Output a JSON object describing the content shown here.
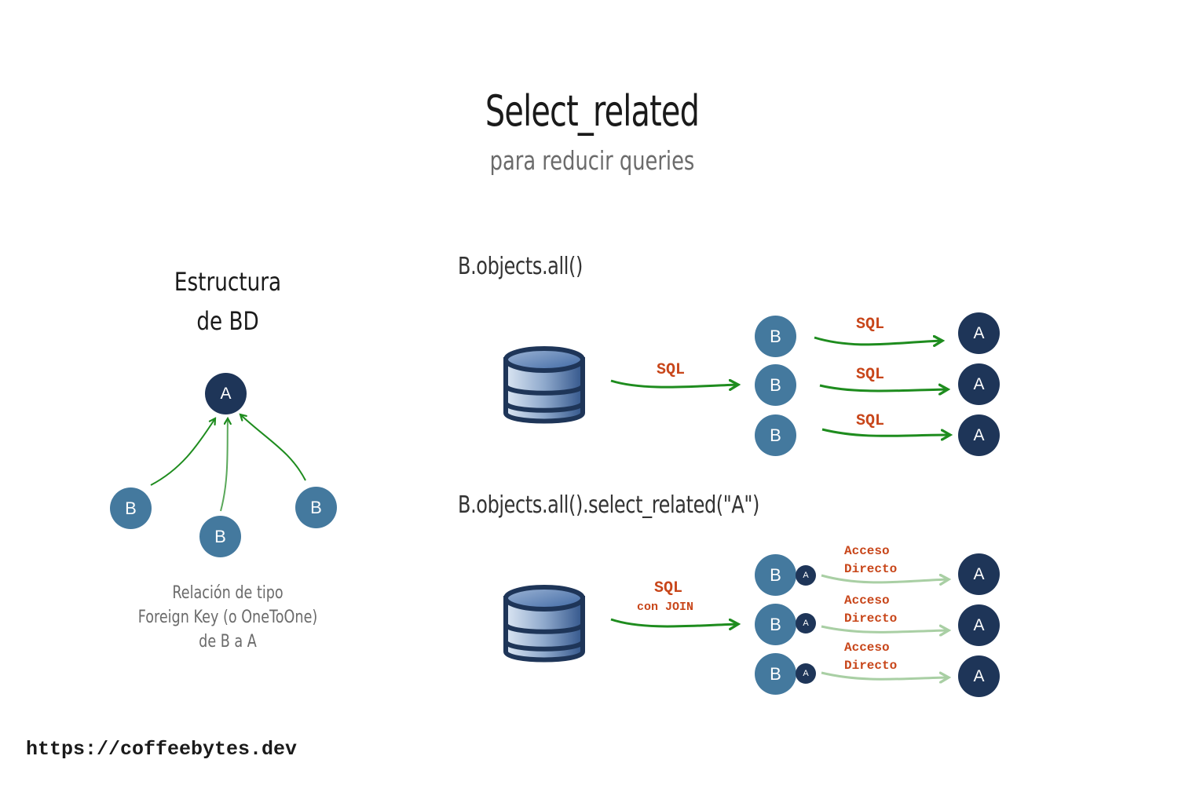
{
  "header": {
    "title": "Select_related",
    "subtitle": "para reducir queries"
  },
  "left_panel": {
    "heading_line1": "Estructura",
    "heading_line2": "de BD",
    "parent_node": "A",
    "child_nodes": [
      "B",
      "B",
      "B"
    ],
    "caption_line1": "Relación de tipo",
    "caption_line2": "Foreign Key (o OneToOne)",
    "caption_line3": "de B a A"
  },
  "scenario_without": {
    "code": "B.objects.all()",
    "db_to_b_label": "SQL",
    "rows": [
      {
        "from": "B",
        "to": "A",
        "label": "SQL"
      },
      {
        "from": "B",
        "to": "A",
        "label": "SQL"
      },
      {
        "from": "B",
        "to": "A",
        "label": "SQL"
      }
    ]
  },
  "scenario_with": {
    "code": "B.objects.all().select_related(\"A\")",
    "db_to_b_label": "SQL",
    "db_to_b_sublabel": "con JOIN",
    "rows": [
      {
        "from": "B",
        "attached": "A",
        "to": "A",
        "label_line1": "Acceso",
        "label_line2": "Directo"
      },
      {
        "from": "B",
        "attached": "A",
        "to": "A",
        "label_line1": "Acceso",
        "label_line2": "Directo"
      },
      {
        "from": "B",
        "attached": "A",
        "to": "A",
        "label_line1": "Acceso",
        "label_line2": "Directo"
      }
    ]
  },
  "colors": {
    "node_b": "#44799e",
    "node_a": "#1e3558",
    "arrow_sql": "#1e8c1e",
    "arrow_direct": "#a9cfa4",
    "label": "#c8461a"
  },
  "footer": {
    "url": "https://coffeebytes.dev"
  }
}
